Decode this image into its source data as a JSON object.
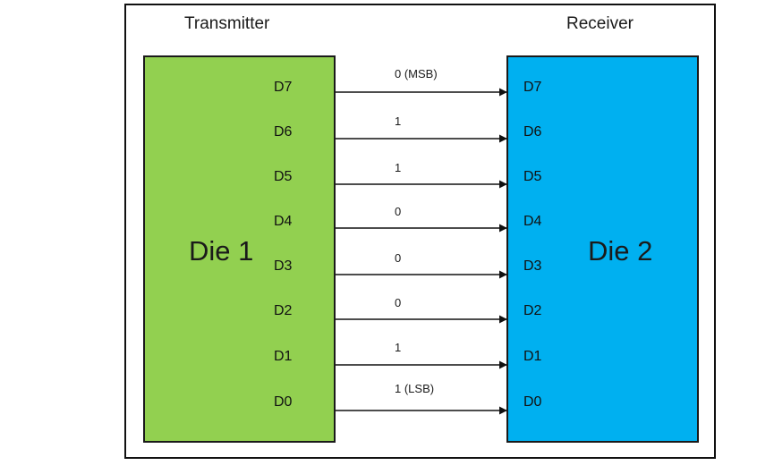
{
  "transmitter_label": "Transmitter",
  "receiver_label": "Receiver",
  "die1_label": "Die 1",
  "die2_label": "Die 2",
  "colors": {
    "die1_fill": "#92d050",
    "die2_fill": "#00b0f0",
    "line": "#111111"
  },
  "lines": [
    {
      "tx_pin": "D7",
      "rx_pin": "D7",
      "bit": "0 (MSB)"
    },
    {
      "tx_pin": "D6",
      "rx_pin": "D6",
      "bit": "1"
    },
    {
      "tx_pin": "D5",
      "rx_pin": "D5",
      "bit": "1"
    },
    {
      "tx_pin": "D4",
      "rx_pin": "D4",
      "bit": "0"
    },
    {
      "tx_pin": "D3",
      "rx_pin": "D3",
      "bit": "0"
    },
    {
      "tx_pin": "D2",
      "rx_pin": "D2",
      "bit": "0"
    },
    {
      "tx_pin": "D1",
      "rx_pin": "D1",
      "bit": "1"
    },
    {
      "tx_pin": "D0",
      "rx_pin": "D0",
      "bit": "1 (LSB)"
    }
  ]
}
